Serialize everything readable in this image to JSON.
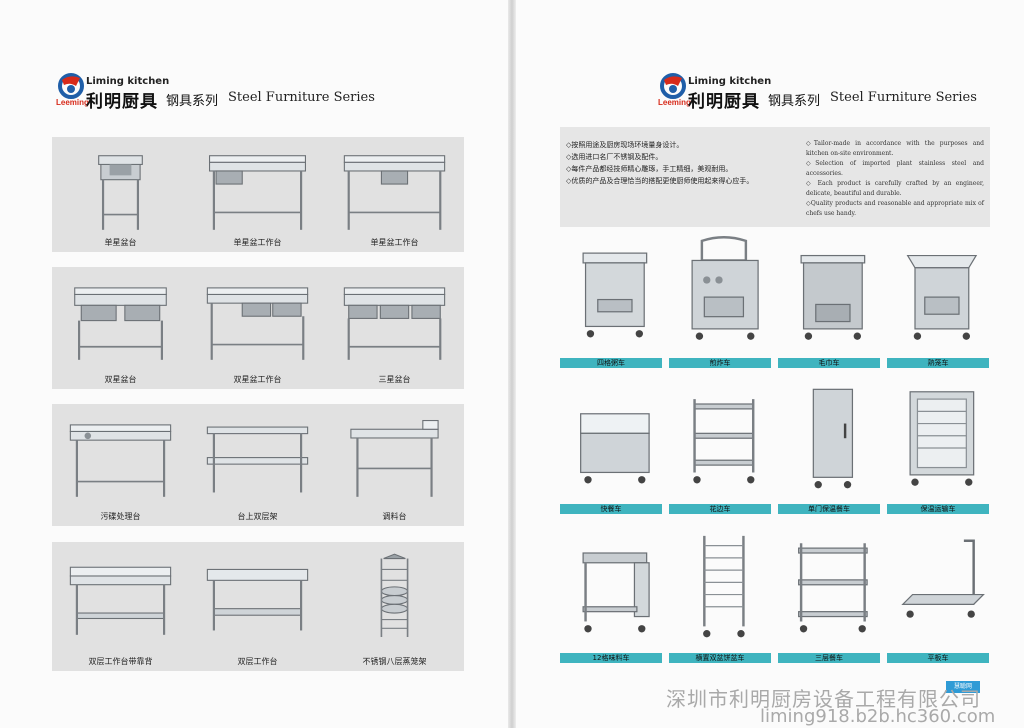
{
  "left_header": {
    "brand_en": "Liming kitchen",
    "brand_sub": "Leeming",
    "brand_cn": "利明厨具",
    "series_cn": "钢具系列",
    "series_en": "Steel Furniture Series"
  },
  "right_header": {
    "brand_en": "Liming kitchen",
    "brand_sub": "Leeming",
    "brand_cn": "利明厨具",
    "series_cn": "钢具系列",
    "series_en": "Steel Furniture Series"
  },
  "left_products": [
    {
      "label": "单星盆台",
      "icon": "single-sink-stand"
    },
    {
      "label": "单星盆工作台",
      "icon": "sink-worktable"
    },
    {
      "label": "单星盆工作台",
      "icon": "sink-worktable"
    },
    {
      "label": "双星盆台",
      "icon": "double-sink"
    },
    {
      "label": "双星盆工作台",
      "icon": "double-sink-worktable"
    },
    {
      "label": "三星盆台",
      "icon": "triple-sink"
    },
    {
      "label": "污碟处理台",
      "icon": "dish-table"
    },
    {
      "label": "台上双层架",
      "icon": "two-tier-shelf"
    },
    {
      "label": "调料台",
      "icon": "seasoning-table"
    },
    {
      "label": "双层工作台带靠背",
      "icon": "worktable-backsplash"
    },
    {
      "label": "双层工作台",
      "icon": "double-worktable"
    },
    {
      "label": "不锈钢八层蒸笼架",
      "icon": "steamer-rack"
    }
  ],
  "description": {
    "cn": [
      "◇按照用途及厨房现场环境量身设计。",
      "◇选用进口名厂不锈钢及配件。",
      "◇每件产品都经技师精心雕琢，手工精细，美观耐用。",
      "◇优质的产品及合理恰当的搭配更使厨师使用起来得心应手。"
    ],
    "en": [
      "◇Tailor-made in accordance with the purposes and kitchen on-site environment.",
      "◇Selection of imported plant stainless steel and accessories.",
      "◇ Each product is carefully crafted by an engineer, delicate, beautiful and durable.",
      "◇Quality products and reasonable and appropriate mix of chefs use handy."
    ]
  },
  "carts": [
    {
      "label": "四格粥车",
      "icon": "porridge-cart"
    },
    {
      "label": "煎炸车",
      "icon": "fryer-cart"
    },
    {
      "label": "毛巾车",
      "icon": "towel-cart"
    },
    {
      "label": "熟笼车",
      "icon": "steamer-cart"
    },
    {
      "label": "快餐车",
      "icon": "fastfood-cart"
    },
    {
      "label": "花边车",
      "icon": "lace-cart"
    },
    {
      "label": "单门保温餐车",
      "icon": "warming-cart"
    },
    {
      "label": "保温运输车",
      "icon": "transport-cart"
    },
    {
      "label": "12格味料车",
      "icon": "seasoning-cart"
    },
    {
      "label": "横置双盆饼盆车",
      "icon": "tray-rack-cart"
    },
    {
      "label": "三层餐车",
      "icon": "three-tier-cart"
    },
    {
      "label": "平板车",
      "icon": "flat-cart"
    }
  ],
  "footer": {
    "company": "深圳市利明厨房设备工程有限公司",
    "url": "liming918.b2b.hc360.com",
    "badge": "慧聪网"
  },
  "colors": {
    "label_bar": "#3fb4bf",
    "panel": "#e1e1e1",
    "logo_red": "#d72a1a",
    "logo_blue": "#1f5ea8"
  }
}
